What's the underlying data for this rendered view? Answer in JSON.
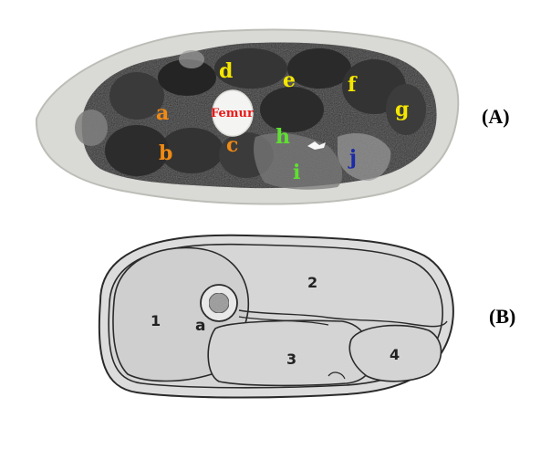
{
  "panel_a": {
    "tag": "(A)",
    "labels": [
      {
        "key": "a",
        "text": "a",
        "color": "#f08a14"
      },
      {
        "key": "b",
        "text": "b",
        "color": "#f08a14"
      },
      {
        "key": "c",
        "text": "c",
        "color": "#f08a14"
      },
      {
        "key": "d",
        "text": "d",
        "color": "#f5e600"
      },
      {
        "key": "e",
        "text": "e",
        "color": "#f5e600"
      },
      {
        "key": "f",
        "text": "f",
        "color": "#f5e600"
      },
      {
        "key": "g",
        "text": "g",
        "color": "#f5e600"
      },
      {
        "key": "h",
        "text": "h",
        "color": "#5fe030"
      },
      {
        "key": "i",
        "text": "i",
        "color": "#5fe030"
      },
      {
        "key": "j",
        "text": "j",
        "color": "#1a2aa8"
      }
    ],
    "femur": {
      "text": "Femur",
      "color": "#e81818"
    }
  },
  "panel_b": {
    "tag": "(B)",
    "labels": {
      "one": "1",
      "two": "2",
      "three": "3",
      "four": "4",
      "a": "a"
    }
  }
}
